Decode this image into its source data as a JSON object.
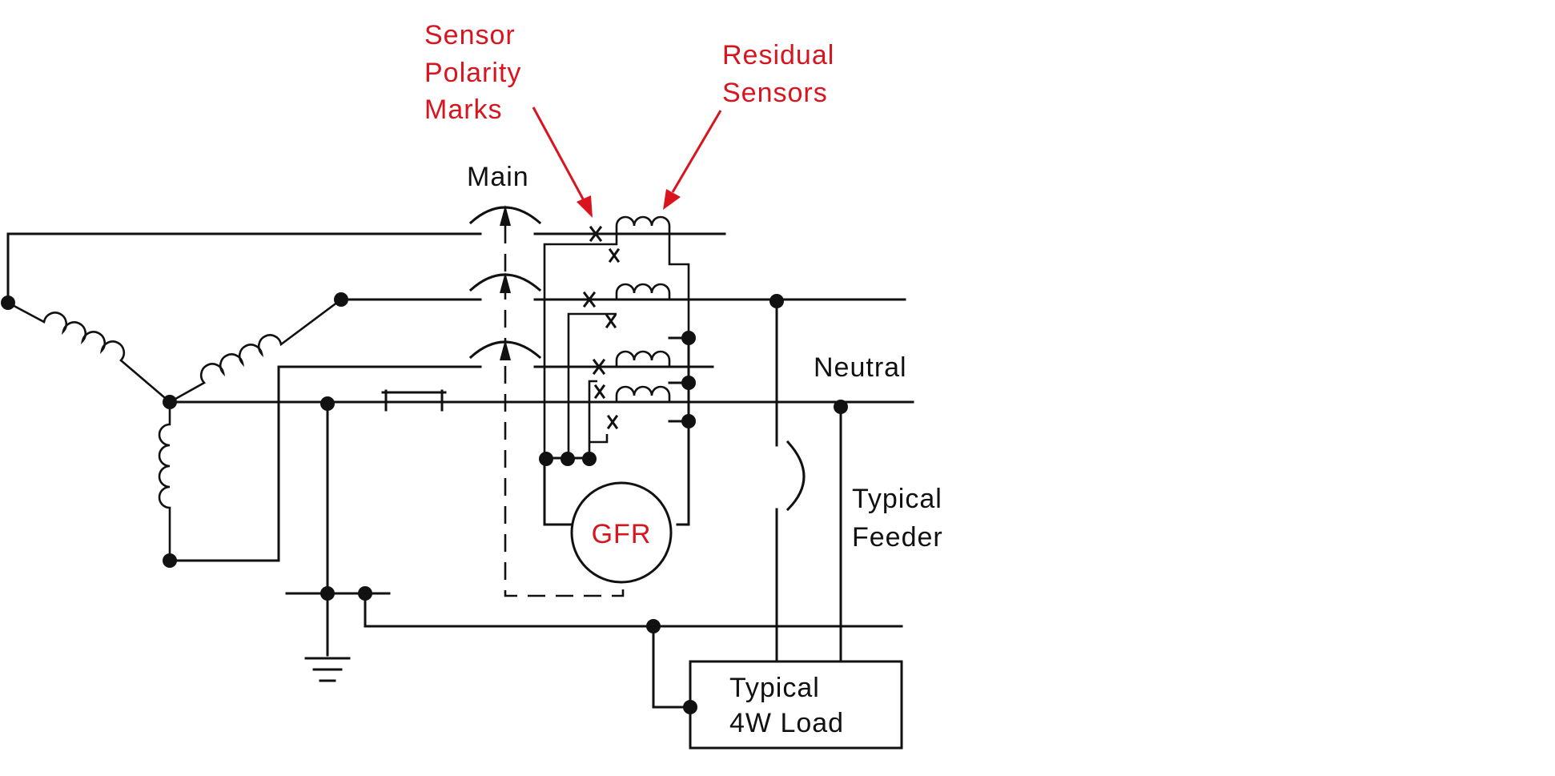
{
  "labels": {
    "sensor_polarity_line1": "Sensor",
    "sensor_polarity_line2": "Polarity",
    "sensor_polarity_line3": "Marks",
    "residual_line1": "Residual",
    "residual_line2": "Sensors",
    "main": "Main",
    "neutral": "Neutral",
    "feeder_line1": "Typical",
    "feeder_line2": "Feeder",
    "relay": "GFR",
    "load_line1": "Typical",
    "load_line2": "4W Load"
  },
  "colors": {
    "annotation": "#d8141e",
    "line": "#111111",
    "background": "#ffffff"
  }
}
